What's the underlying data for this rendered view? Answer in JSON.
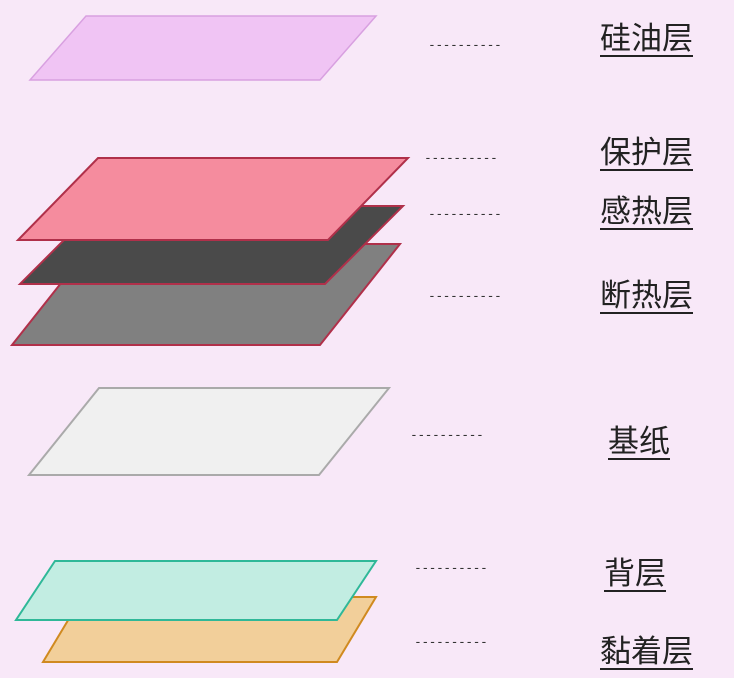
{
  "leader_text": "----------",
  "layers": [
    {
      "name": "硅油层",
      "fill": "#f0c4f4",
      "stroke": "#d8a0e0"
    },
    {
      "name": "保护层",
      "fill": "#f58c9e",
      "stroke": "#b0304a"
    },
    {
      "name": "感热层",
      "fill": "#4a4a4a",
      "stroke": "#b0304a"
    },
    {
      "name": "断热层",
      "fill": "#808080",
      "stroke": "#b0304a"
    },
    {
      "name": "基纸",
      "fill": "#f0f0f0",
      "stroke": "#aaaaaa"
    },
    {
      "name": "背层",
      "fill": "#c2ede2",
      "stroke": "#2fb898"
    },
    {
      "name": "黏着层",
      "fill": "#f2cf9a",
      "stroke": "#d08a20"
    }
  ]
}
